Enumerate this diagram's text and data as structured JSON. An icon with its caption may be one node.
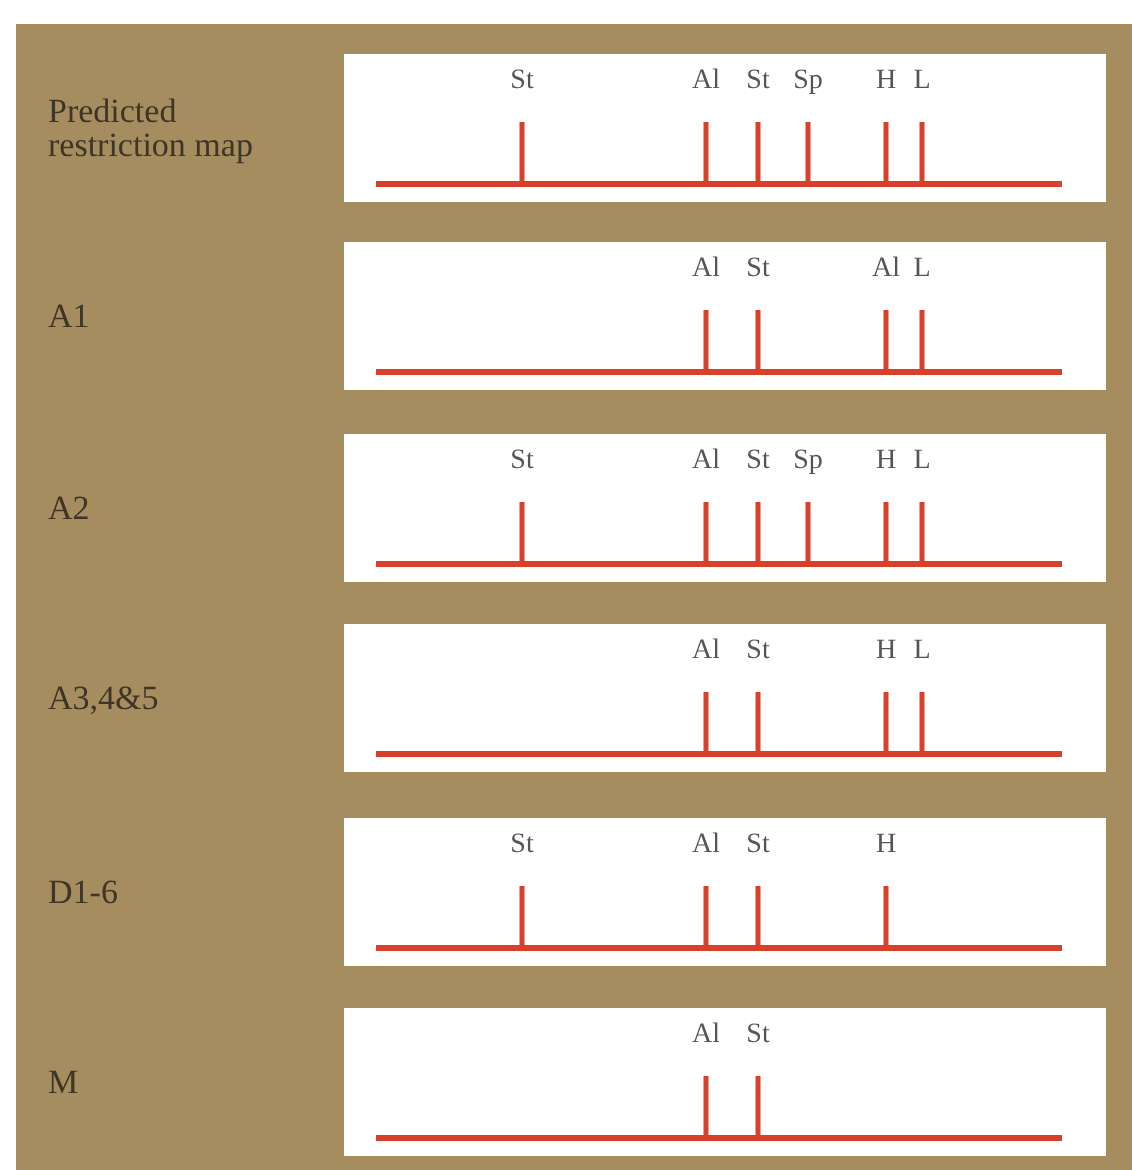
{
  "diagram": {
    "nodes": [
      {
        "text": [
          "St",
          "Al",
          "St",
          "Sp",
          "H",
          "L"
        ]
      },
      {
        "text": [
          "Al",
          "St",
          "Al",
          "L"
        ]
      },
      {
        "text": [
          "St",
          "Al",
          "St",
          "Sp",
          "H",
          "L"
        ]
      },
      {
        "text": [
          "Al",
          "St",
          "H",
          "L"
        ]
      },
      {
        "text": [
          "St",
          "Al",
          "St",
          "H"
        ]
      },
      {
        "text": [
          "Al",
          "St"
        ]
      }
    ],
    "labels": [
      "Predicted restriction map",
      "A1",
      "A2",
      "A3,4&5",
      "D1-6",
      "M"
    ]
  }
}
